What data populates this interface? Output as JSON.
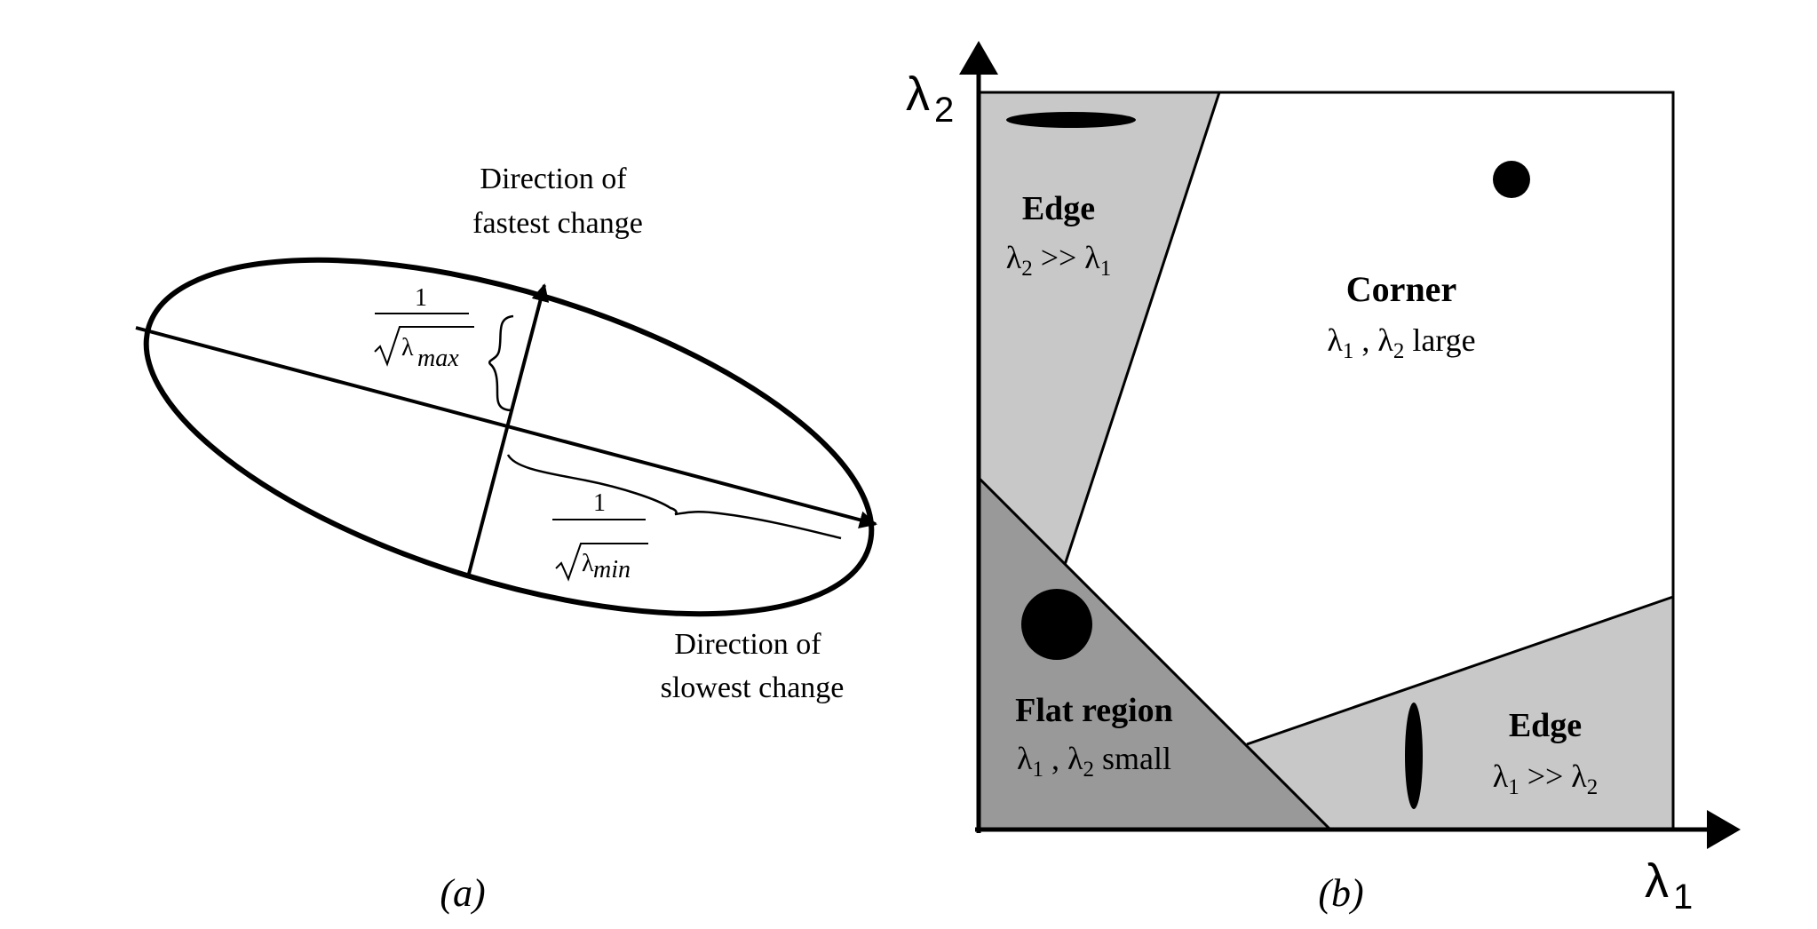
{
  "panel_a": {
    "caption": "(a)",
    "fastest_line1": "Direction of",
    "fastest_line2": "fastest change",
    "slowest_line1": "Direction of",
    "slowest_line2": "slowest change",
    "max_numerator": "1",
    "max_symbol": "λ",
    "max_subscript": "max",
    "min_numerator": "1",
    "min_symbol": "λ",
    "min_subscript": "min"
  },
  "panel_b": {
    "caption": "(b)",
    "x_axis_symbol": "λ",
    "x_axis_subscript": "1",
    "y_axis_symbol": "λ",
    "y_axis_subscript": "2",
    "regions": {
      "edge_left": {
        "title": "Edge",
        "a": "λ",
        "a_sub": "2",
        "rel": " >> ",
        "b": "λ",
        "b_sub": "1"
      },
      "corner": {
        "title": "Corner",
        "a": "λ",
        "a_sub": "1",
        "sep": " , ",
        "b": "λ",
        "b_sub": "2",
        "tail": " large"
      },
      "flat": {
        "title": "Flat region",
        "a": "λ",
        "a_sub": "1",
        "sep": " , ",
        "b": "λ",
        "b_sub": "2",
        "tail": " small"
      },
      "edge_right": {
        "title": "Edge",
        "a": "λ",
        "a_sub": "1",
        "rel": " >> ",
        "b": "λ",
        "b_sub": "2"
      }
    },
    "colors": {
      "flat": "#999999",
      "edge": "#c8c8c8",
      "corner": "#ffffff",
      "ink": "#000000"
    }
  }
}
